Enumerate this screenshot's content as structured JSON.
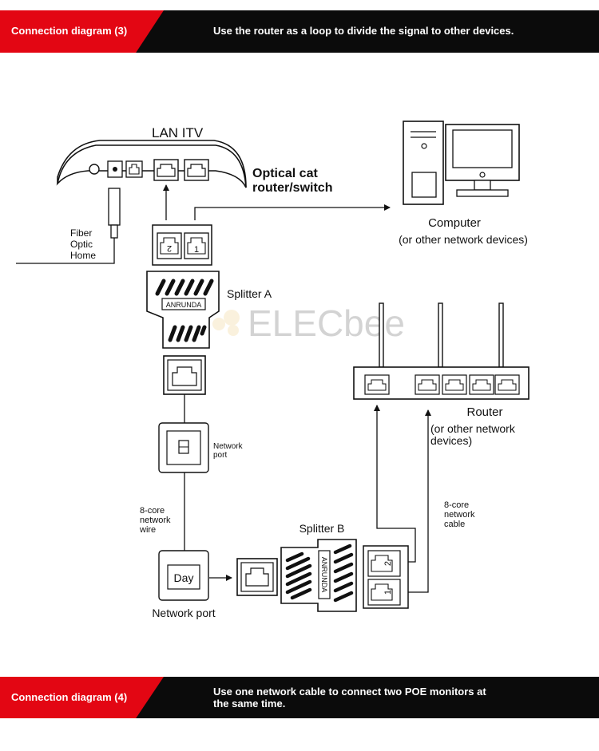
{
  "banner_top": {
    "tag": "Connection diagram (3)",
    "description": "Use the router as a loop to divide the signal to other devices."
  },
  "banner_bottom": {
    "tag": "Connection diagram (4)",
    "description_line1": "Use one network cable to connect two POE monitors at",
    "description_line2": "the same time."
  },
  "diagram": {
    "top_router_label": "LAN  ITV",
    "optical_router_line1": "Optical cat",
    "optical_router_line2": "router/switch",
    "fiber_line1": "Fiber",
    "fiber_line2": "Optic",
    "fiber_line3": "Home",
    "computer_title": "Computer",
    "computer_sub": "(or other network devices)",
    "splitter_a": "Splitter A",
    "splitter_brand": "ANRUNDA",
    "port_num_2": "2",
    "port_num_1": "1",
    "watermark": "ELECbee",
    "router_title": "Router",
    "router_sub1": "(or other network",
    "router_sub2": "devices)",
    "network_port_small1": "Network",
    "network_port_small2": "port",
    "wire_label1": "8-core",
    "wire_label2": "network",
    "wire_label3": "wire",
    "cable_label1": "8-core",
    "cable_label2": "network",
    "cable_label3": "cable",
    "splitter_b": "Splitter B",
    "day_label": "Day",
    "network_port_bottom": "Network port"
  }
}
